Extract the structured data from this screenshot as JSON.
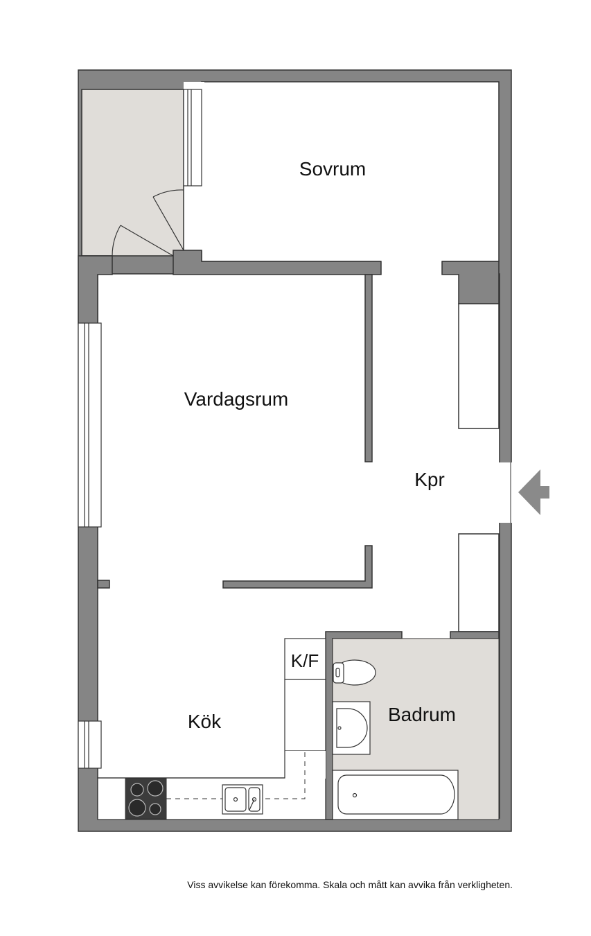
{
  "rooms": {
    "sovrum": "Sovrum",
    "vardagsrum": "Vardagsrum",
    "kpr": "Kpr",
    "kok": "Kök",
    "kf": "K/F",
    "badrum": "Badrum"
  },
  "disclaimer": "Viss avvikelse kan förekomma. Skala och mått kan avvika från verkligheten.",
  "colors": {
    "wall": "#858585",
    "wall_edge": "#333333",
    "floor_wet": "#e0ddd9",
    "floor": "#ffffff",
    "stove": "#3c3c3c"
  },
  "icons": {
    "entrance": "entrance-arrow-icon"
  }
}
